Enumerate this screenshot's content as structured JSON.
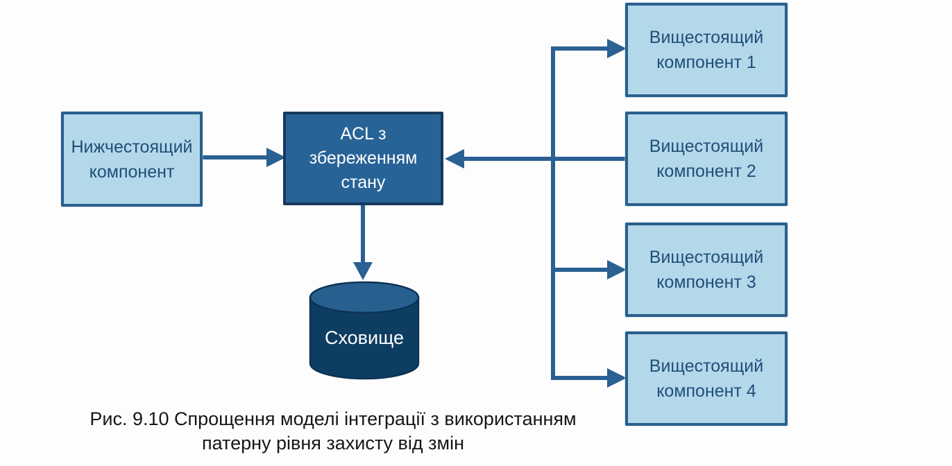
{
  "figure": {
    "caption_line1": "Рис. 9.10 Спрощення моделі інтеграції з використанням",
    "caption_line2": "патерну рівня захисту від змін"
  },
  "nodes": {
    "downstream": {
      "line1": "Нижчестоящий",
      "line2": "компонент"
    },
    "acl": {
      "line1": "ACL з",
      "line2": "збереженням",
      "line3": "стану"
    },
    "storage": {
      "label": "Сховище"
    },
    "upstream": [
      {
        "line1": "Вищестоящий",
        "line2": "компонент 1"
      },
      {
        "line1": "Вищестоящий",
        "line2": "компонент 2"
      },
      {
        "line1": "Вищестоящий",
        "line2": "компонент 3"
      },
      {
        "line1": "Вищестоящий",
        "line2": "компонент 4"
      }
    ]
  },
  "edges": [
    {
      "from": "downstream-component",
      "to": "acl",
      "arrowhead_at": "acl"
    },
    {
      "from": "upstream-component-2",
      "to": "acl",
      "arrowhead_at": "acl"
    },
    {
      "from": "upstream-trunk",
      "to": "upstream-component-1",
      "arrowhead_at": "upstream-component-1"
    },
    {
      "from": "upstream-trunk",
      "to": "upstream-component-3",
      "arrowhead_at": "upstream-component-3"
    },
    {
      "from": "upstream-trunk",
      "to": "upstream-component-4",
      "arrowhead_at": "upstream-component-4"
    },
    {
      "from": "acl",
      "to": "storage",
      "arrowhead_at": "storage"
    }
  ],
  "colors": {
    "background": "#fdfdfd",
    "light_box_fill": "#b3d8ea",
    "light_box_border": "#2a5f8c",
    "light_box_text": "#1f4e79",
    "dark_box_fill": "#276397",
    "dark_box_border": "#17395d",
    "cylinder_body": "#0e3d62",
    "cylinder_top": "#27608f",
    "connector": "#2a6092",
    "caption_text": "#161616"
  }
}
